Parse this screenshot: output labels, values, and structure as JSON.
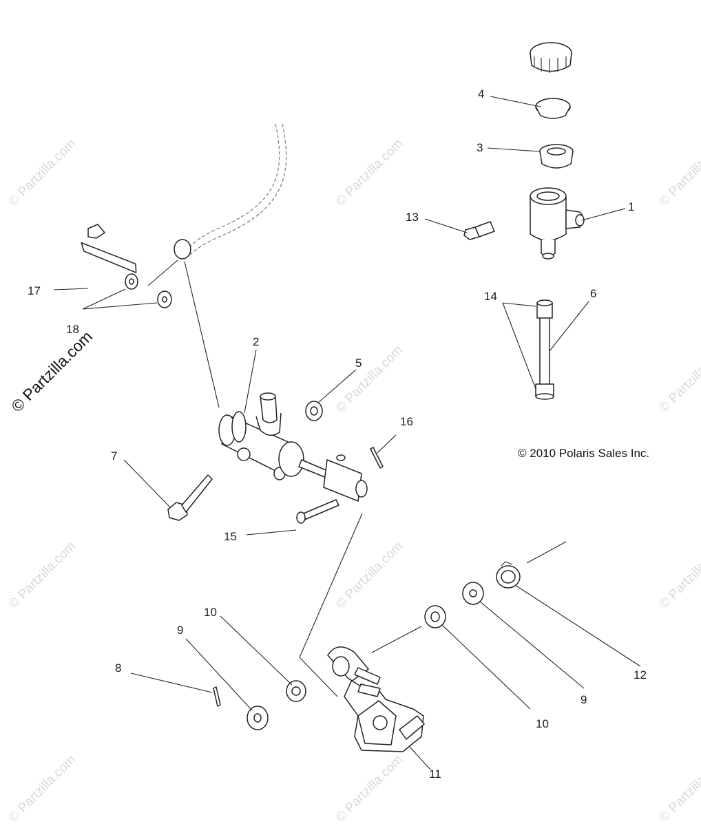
{
  "watermark": {
    "text": "© Partzilla.com",
    "main_text": "© Partzilla.com"
  },
  "copyright": "© 2010 Polaris Sales Inc.",
  "callouts": {
    "c1": "1",
    "c2": "2",
    "c3": "3",
    "c4": "4",
    "c5": "5",
    "c6": "6",
    "c7": "7",
    "c8": "8",
    "c9a": "9",
    "c9b": "9",
    "c10a": "10",
    "c10b": "10",
    "c11": "11",
    "c12": "12",
    "c13": "13",
    "c14": "14",
    "c15": "15",
    "c16": "16",
    "c17": "17",
    "c18": "18"
  }
}
